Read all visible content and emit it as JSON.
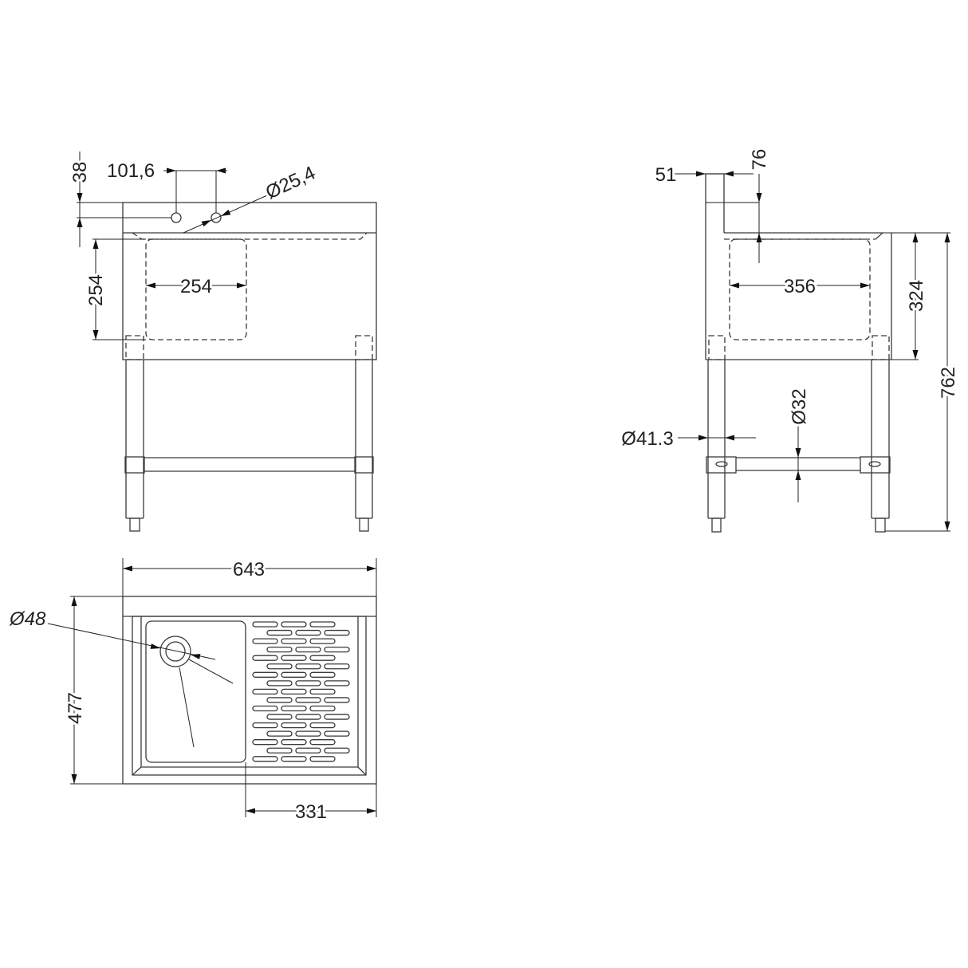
{
  "front_view": {
    "dim_splash_height": "38",
    "dim_tap_hole_spacing": "101,6",
    "dim_tap_hole_diameter": "Ø25,4",
    "dim_bowl_depth": "254",
    "dim_bowl_width": "254"
  },
  "top_view": {
    "dim_overall_width": "643",
    "dim_drain_diameter": "Ø48",
    "dim_overall_depth": "477",
    "dim_drainboard_width": "331"
  },
  "side_view": {
    "dim_splash_thickness": "51",
    "dim_splash_to_top": "76",
    "dim_bowl_length": "356",
    "dim_body_height": "324",
    "dim_overall_height": "762",
    "dim_leg_diameter": "Ø41.3",
    "dim_crossbar_diameter": "Ø32"
  },
  "colors": {
    "line": "#3a3a3a",
    "background": "#ffffff"
  }
}
